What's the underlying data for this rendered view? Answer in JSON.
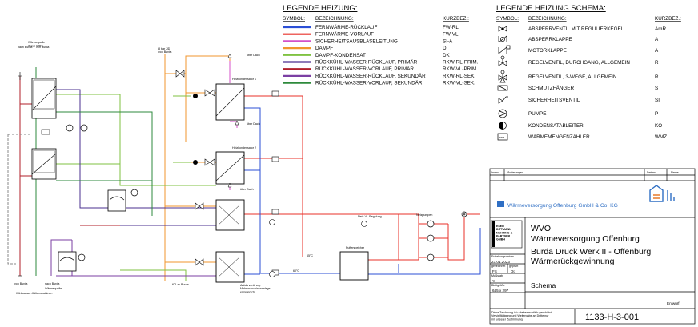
{
  "legend_heating": {
    "title": "LEGENDE HEIZUNG:",
    "col_symbol": "SYMBOL:",
    "col_desc": "BEZEICHNUNG:",
    "col_short": "KURZBEZ.:",
    "items": [
      {
        "label": "FERNWÄRME-RÜCKLAUF",
        "short": "FW-RL",
        "color": "#2b4fd6"
      },
      {
        "label": "FERNWÄRME-VORLAUF",
        "short": "FW-VL",
        "color": "#e8312a"
      },
      {
        "label": "SICHERHEITSAUSBLASELEITUNG",
        "short": "SI-A",
        "color": "#d451c8"
      },
      {
        "label": "DAMPF",
        "short": "D",
        "color": "#f2962c"
      },
      {
        "label": "DAMPF-KONDENSAT",
        "short": "DK",
        "color": "#7fc241"
      },
      {
        "label": "RÜCKKÜHL-WASSER-RÜCKLAUF, PRIMÄR",
        "short": "RKW-RL-PRIM.",
        "color": "#4a2f8f"
      },
      {
        "label": "RÜCKKÜHL-WASSER-VORLAUF, PRIMÄR",
        "short": "RKW-VL-PRIM.",
        "color": "#b01f2a"
      },
      {
        "label": "RÜCKKÜHL-WASSER-RÜCKLAUF, SEKUNDÄR",
        "short": "RKW-RL-SEK.",
        "color": "#7b3fa3"
      },
      {
        "label": "RÜCKKÜHL-WASSER-VORLAUF, SEKUNDÄR",
        "short": "RKW-VL-SEK.",
        "color": "#2e8a3c"
      }
    ]
  },
  "legend_schema": {
    "title": "LEGENDE HEIZUNG SCHEMA:",
    "col_symbol": "SYMBOL:",
    "col_desc": "BEZEICHNUNG:",
    "col_short": "KURZBEZ.:",
    "items": [
      {
        "label": "ABSPERRVENTIL MIT REGULIERKEGEL",
        "short": "AmR",
        "icon": "valve-regulating-icon"
      },
      {
        "label": "ABSPERRKLAPPE",
        "short": "A",
        "icon": "butterfly-valve-icon"
      },
      {
        "label": "MOTORKLAPPE",
        "short": "A",
        "icon": "motor-valve-icon"
      },
      {
        "label": "REGELVENTIL, DURCHGANG, ALLGEMEIN",
        "short": "R",
        "icon": "control-valve-icon"
      },
      {
        "label": "REGELVENTIL, 3-WEGE, ALLGEMEIN",
        "short": "R",
        "icon": "three-way-valve-icon"
      },
      {
        "label": "SCHMUTZFÄNGER",
        "short": "S",
        "icon": "strainer-icon"
      },
      {
        "label": "SICHERHEITSVENTIL",
        "short": "SI",
        "icon": "safety-valve-icon"
      },
      {
        "label": "PUMPE",
        "short": "P",
        "icon": "pump-icon"
      },
      {
        "label": "KONDENSATABLEITER",
        "short": "KO",
        "icon": "steam-trap-icon"
      },
      {
        "label": "WÄRMEMENGENZÄHLER",
        "short": "WMZ",
        "icon": "heat-meter-icon"
      }
    ]
  },
  "diagram": {
    "source_waste_heat": "Wärmequelle Turus-WRG",
    "from_burda_1": "nach Burda",
    "from_burda_2": "von Burda",
    "steam_from_burda": "8 bar ÜD von Burda",
    "over_roof_1": "über Dach",
    "over_roof_2": "über Dach",
    "over_roof_3": "über Dach",
    "hx_cond_1": "Heizkondensator 1",
    "hx_cond_2": "Heizkondensator 2",
    "ko_to_burda": "KO zu Burda",
    "bottom_von_burda": "von Burda",
    "bottom_nach_burda": "nach Burda",
    "bottom_source": "Wärmequelle",
    "bottom_cooling": "Kühlwasser-Kältemaschinen",
    "netz_regelung": "Netz-VL-Regelung",
    "netzpumpen": "Netzpumpen",
    "puffer": "Pufferspeicher",
    "temp_65": "65°C",
    "temp_60": "60°C",
    "start_valve_note": "Anfahrventil wg. Mehr-maschinenanlage erforderlich"
  },
  "title_block": {
    "col_index": "Index",
    "col_changes": "Änderungen",
    "col_date": "Datum",
    "col_name": "Name",
    "company_logo": "Wärmeversorgung Offenburg GmbH & Co. KG",
    "firm_logo": "ESER DITTMANN NEHRING & PARTNER GMBH",
    "project_code": "WVO",
    "project_name": "Wärmeversorgung Offenburg",
    "project_line2": "Burda Druck Werk II - Offenburg",
    "project_line3": "Wärmerückgewinnung",
    "created_label": "Erstellungsdatum",
    "created_date": "23.01.2023",
    "drawn_label": "gezeichnet",
    "checked_label": "geprüft",
    "drawn": "FS",
    "checked": "Dü",
    "scale_label": "Maßstab",
    "scale": "%",
    "sheet_label": "Blattgröße",
    "sheet": "645 x 297",
    "drawing_kind": "Schema",
    "status": "Entwurf",
    "copyright": "Diese Zeichnung ist urheberrechtlich geschützt. Vervielfältigung und Weitergabe an Dritte nur mit unserer Zustimmung.",
    "drawing_number": "1133-H-3-001"
  }
}
